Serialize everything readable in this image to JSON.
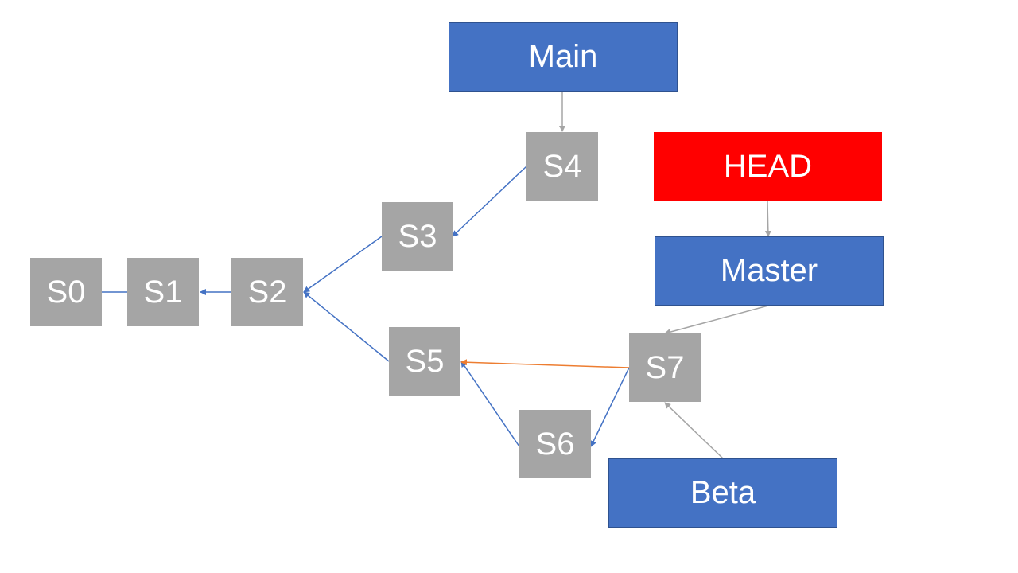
{
  "colors": {
    "commit_fill": "#a5a5a5",
    "branch_fill": "#4472c4",
    "head_fill": "#ff0000",
    "edge_blue": "#4472c4",
    "edge_gray": "#a5a5a5",
    "edge_orange": "#ed7d31",
    "text": "#ffffff"
  },
  "nodes": {
    "main": "Main",
    "head": "HEAD",
    "master": "Master",
    "beta": "Beta",
    "s0": "S0",
    "s1": "S1",
    "s2": "S2",
    "s3": "S3",
    "s4": "S4",
    "s5": "S5",
    "s6": "S6",
    "s7": "S7"
  },
  "edges": [
    {
      "from": "s1",
      "to": "s0",
      "color": "edge_blue"
    },
    {
      "from": "s2",
      "to": "s1",
      "color": "edge_blue"
    },
    {
      "from": "s3",
      "to": "s2",
      "color": "edge_blue"
    },
    {
      "from": "s4",
      "to": "s3",
      "color": "edge_blue"
    },
    {
      "from": "s5",
      "to": "s2",
      "color": "edge_blue"
    },
    {
      "from": "s6",
      "to": "s5",
      "color": "edge_blue"
    },
    {
      "from": "s7",
      "to": "s6",
      "color": "edge_blue"
    },
    {
      "from": "s7",
      "to": "s5",
      "color": "edge_orange"
    },
    {
      "from": "main",
      "to": "s4",
      "color": "edge_gray"
    },
    {
      "from": "head",
      "to": "master",
      "color": "edge_gray"
    },
    {
      "from": "master",
      "to": "s7",
      "color": "edge_gray"
    },
    {
      "from": "beta",
      "to": "s7",
      "color": "edge_gray"
    }
  ]
}
